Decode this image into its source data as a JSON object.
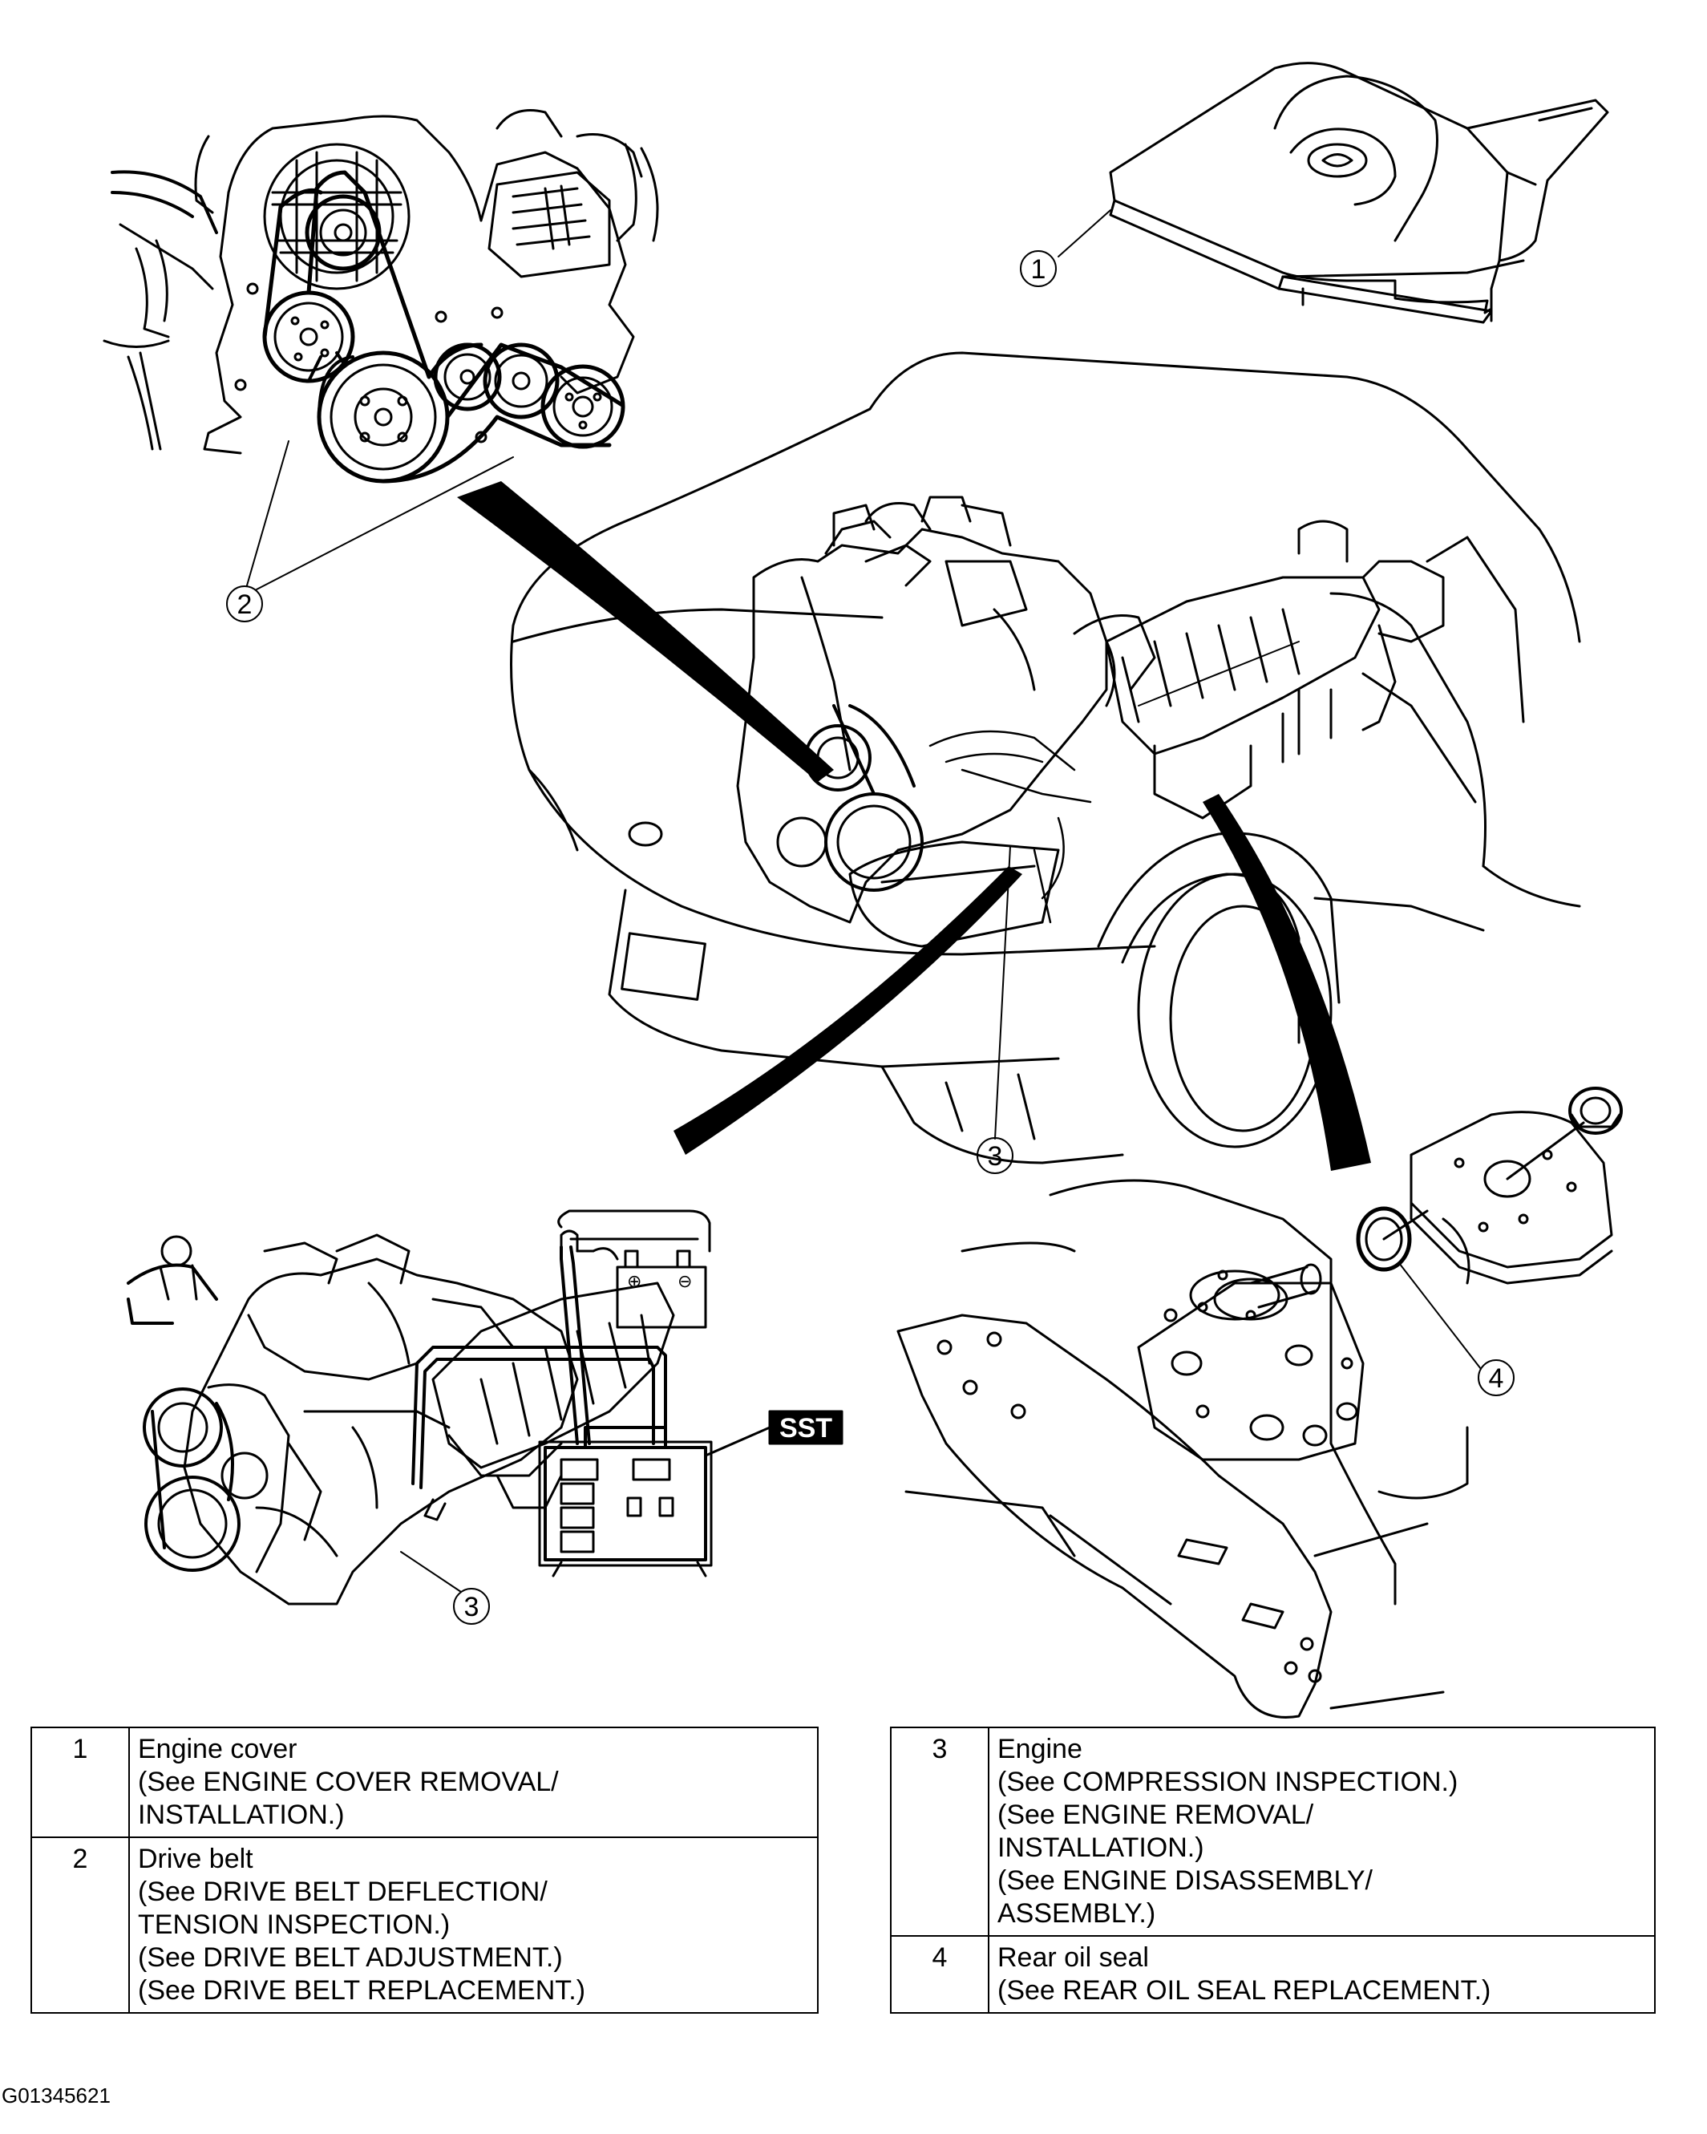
{
  "callouts": {
    "c1": "1",
    "c2": "2",
    "c3a": "3",
    "c3b": "3",
    "c4": "4"
  },
  "sst_label": "SST",
  "legend_left": [
    {
      "num": "1",
      "lines": [
        "Engine cover",
        "(See ENGINE COVER REMOVAL/",
        "INSTALLATION.)"
      ]
    },
    {
      "num": "2",
      "lines": [
        "Drive belt",
        "(See DRIVE BELT DEFLECTION/",
        "TENSION INSPECTION.)",
        "(See DRIVE BELT ADJUSTMENT.)",
        "(See DRIVE BELT REPLACEMENT.)"
      ]
    }
  ],
  "legend_right": [
    {
      "num": "3",
      "lines": [
        "Engine",
        "(See COMPRESSION INSPECTION.)",
        "(See ENGINE REMOVAL/",
        "INSTALLATION.)",
        "(See ENGINE DISASSEMBLY/",
        "ASSEMBLY.)"
      ]
    },
    {
      "num": "4",
      "lines": [
        "Rear oil seal",
        "(See REAR OIL SEAL REPLACEMENT.)"
      ]
    }
  ],
  "figure_id": "G01345621"
}
